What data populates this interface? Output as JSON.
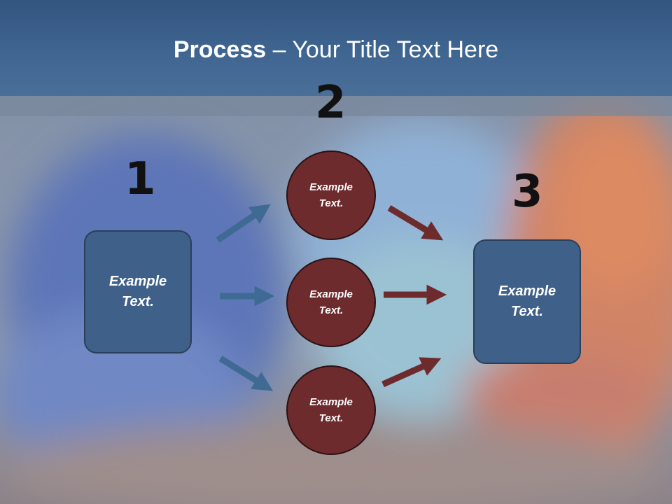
{
  "slide": {
    "title_bold": "Process",
    "title_rest": " – Your Title Text Here"
  },
  "steps": {
    "step1": {
      "number": "1",
      "text": "Example\nText."
    },
    "step2": {
      "number": "2",
      "items": [
        "Example\nText.",
        "Example\nText.",
        "Example\nText."
      ]
    },
    "step3": {
      "number": "3",
      "text": "Example\nText."
    }
  },
  "colors": {
    "header": "#3f6591",
    "box": "#3f6088",
    "circle": "#6d2b2e",
    "arrow_blue": "#3e6a94",
    "arrow_red": "#6d2b2e"
  }
}
